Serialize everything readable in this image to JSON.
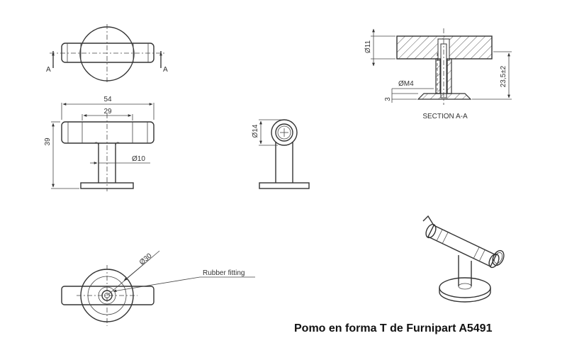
{
  "caption": "Pomo en forma T de Furnipart A5491",
  "section_markers": {
    "left": "A",
    "right": "A"
  },
  "front_view": {
    "overall_width": "54",
    "bar_width": "29",
    "height": "39",
    "stem_diameter": "Ø10"
  },
  "side_view": {
    "head_diameter": "Ø14"
  },
  "bottom_view": {
    "base_diameter": "Ø30",
    "note": "Rubber fitting"
  },
  "section_view": {
    "title": "SECTION A-A",
    "head_diameter": "Ø11",
    "thread": "ØM4",
    "base_thickness": "3",
    "height": "23,5±2"
  }
}
